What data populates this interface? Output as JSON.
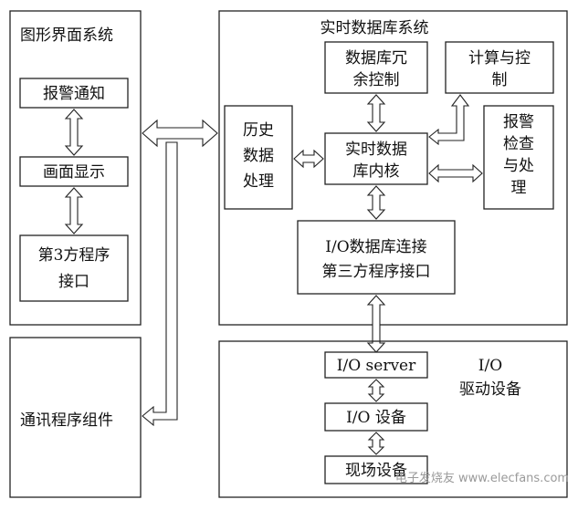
{
  "gui_system": {
    "title": "图形界面系统",
    "alarm_notify": "报警通知",
    "screen_display": "画面显示",
    "third_party_interface": [
      "第3方程序",
      "接口"
    ]
  },
  "comm_component": "通讯程序组件",
  "rtdb_system": {
    "title": "实时数据库系统",
    "redundancy_control": [
      "数据库冗",
      "余控制"
    ],
    "compute_control": [
      "计算与控",
      "制"
    ],
    "history_processing": [
      "历史",
      "数据",
      "处理"
    ],
    "kernel": [
      "实时数据",
      "库内核"
    ],
    "alarm_check": [
      "报警",
      "检查",
      "与处",
      "理"
    ],
    "io_connection": [
      "I/O数据库连接",
      "第三方程序接口"
    ]
  },
  "io_section": {
    "title": [
      "I/O",
      "驱动设备"
    ],
    "io_server": "I/O server",
    "io_device": "I/O 设备",
    "field_device": "现场设备"
  },
  "watermark": "电子发烧友 www.elecfans.com"
}
